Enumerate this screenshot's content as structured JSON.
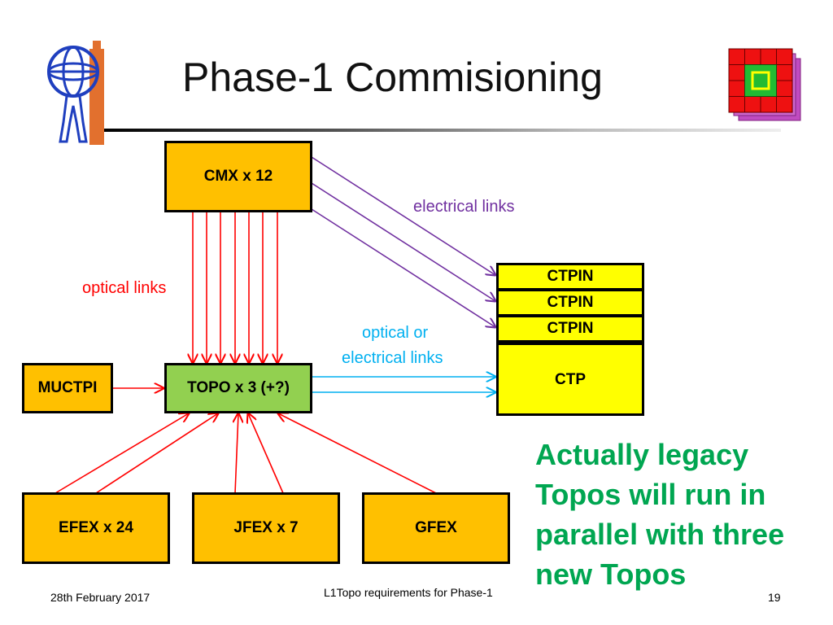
{
  "slide": {
    "title": "Phase-1 Commisioning"
  },
  "boxes": {
    "cmx": "CMX  x  12",
    "ctpin_1": "CTPIN",
    "ctpin_2": "CTPIN",
    "ctpin_3": "CTPIN",
    "ctp": "CTP",
    "muctpi": "MUCTPI",
    "topo": "TOPO  x  3 (+?)",
    "efex": "EFEX  x  24",
    "jfex": "JFEX  x  7",
    "gfex": "GFEX"
  },
  "labels": {
    "electrical_links": "electrical links",
    "optical_links": "optical links",
    "optical_or": "optical or",
    "electrical_links_2": "electrical links"
  },
  "note": {
    "line1": "Actually legacy",
    "line2": "Topos will run in",
    "line3": "parallel with three",
    "line4": "new Topos"
  },
  "footer": {
    "date": "28th February 2017",
    "center": "L1Topo requirements for Phase-1",
    "page": "19"
  },
  "colors": {
    "box_orange": "#ffc000",
    "box_green": "#92d050",
    "box_yellow": "#ffff00",
    "optical_arrow": "#ff0000",
    "electrical_arrow": "#7030a0",
    "mixed_arrow": "#00b0f0",
    "note_text": "#00a651"
  },
  "icons": {
    "left_logo": "atlas-logo-icon",
    "right_logo": "calorimeter-grid-icon"
  }
}
